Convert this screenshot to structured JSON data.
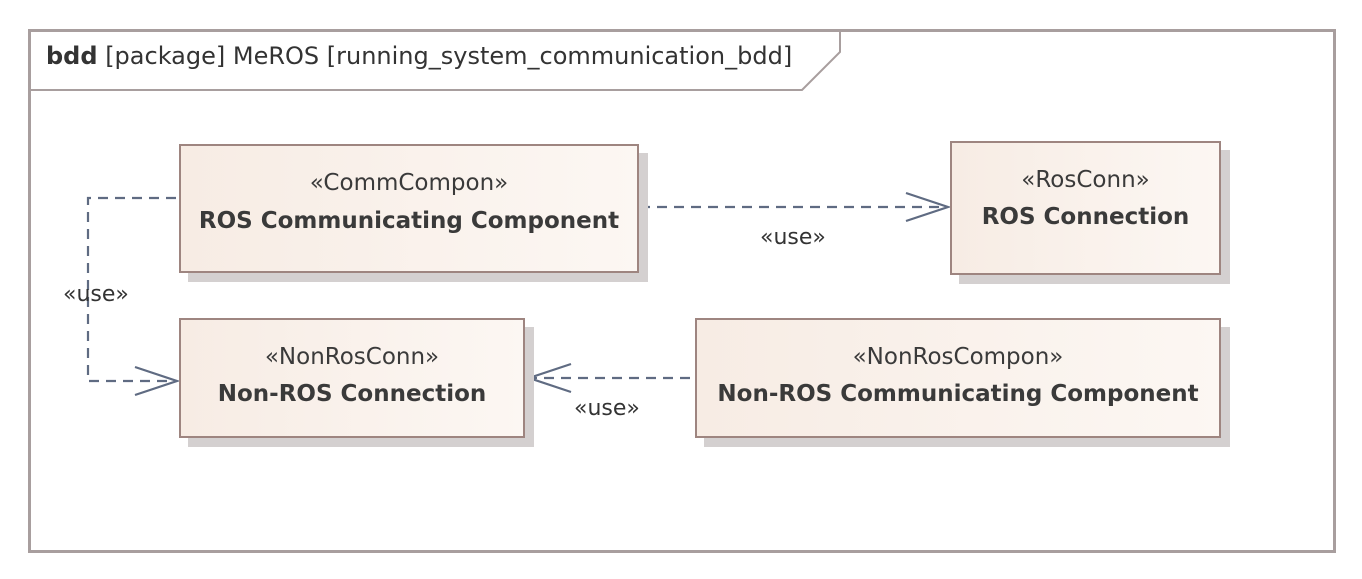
{
  "diagram": {
    "frame": {
      "kind": "bdd",
      "rest": "[package] MeROS [running_system_communication_bdd]"
    },
    "blocks": [
      {
        "id": "comm",
        "stereotype": "«CommCompon»",
        "name": "ROS Communicating Component"
      },
      {
        "id": "rosconn",
        "stereotype": "«RosConn»",
        "name": "ROS Connection"
      },
      {
        "id": "nonrosconn",
        "stereotype": "«NonRosConn»",
        "name": "Non-ROS Connection"
      },
      {
        "id": "nonroscomp",
        "stereotype": "«NonRosCompon»",
        "name": "Non-ROS Communicating Component"
      }
    ],
    "edges": [
      {
        "from": "comm",
        "to": "rosconn",
        "label": "«use»"
      },
      {
        "from": "comm",
        "to": "nonrosconn",
        "label": "«use»"
      },
      {
        "from": "nonroscomp",
        "to": "nonrosconn",
        "label": "«use»"
      }
    ],
    "colors": {
      "frame_border": "#a89e9e",
      "block_border": "#9e8580",
      "block_fill_start": "#f7ece4",
      "block_fill_end": "#fcf7f3",
      "block_shadow": "#d4d0d0",
      "edge": "#5f6b82"
    }
  }
}
